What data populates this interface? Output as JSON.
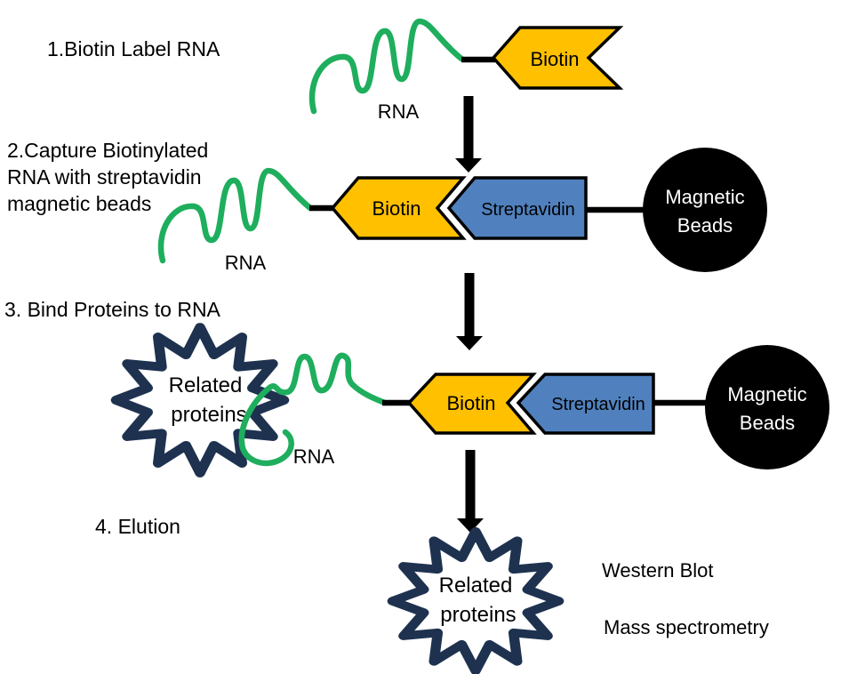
{
  "colors": {
    "biotin_fill": "#FFC000",
    "streptavidin_fill": "#5081BE",
    "rna_green": "#1EAE5D",
    "protein_star_outline": "#1E3250",
    "bead_fill": "#000000",
    "text": "#000000",
    "background": "#FFFFFF"
  },
  "steps": {
    "step1": "1.Biotin Label RNA",
    "step2_line1": "2.Capture Biotinylated",
    "step2_line2": "RNA with streptavidin",
    "step2_line3": "magnetic beads",
    "step3": "3. Bind Proteins to RNA",
    "step4": "4. Elution"
  },
  "labels": {
    "rna": "RNA",
    "biotin": "Biotin",
    "streptavidin": "Streptavidin",
    "beads_line1": "Magnetic",
    "beads_line2": "Beads",
    "protein_line1": "Related",
    "protein_line2": "proteins"
  },
  "outputs": {
    "western_blot": "Western Blot",
    "mass_spectrometry": "Mass spectrometry"
  }
}
